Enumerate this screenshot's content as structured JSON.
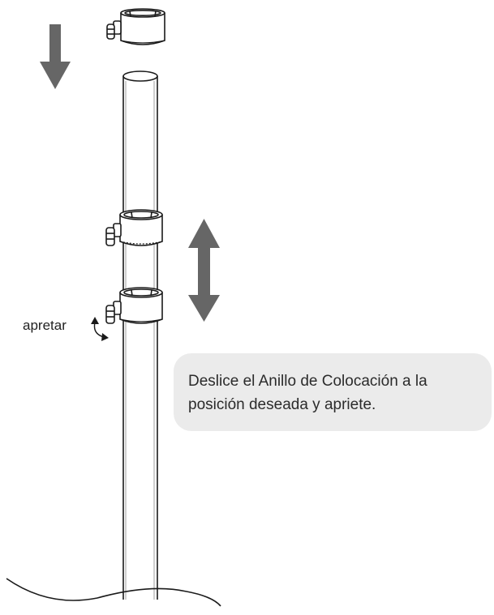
{
  "instruction": {
    "line1": "Deslice el Anillo de Colocación a la",
    "line2": "posición deseada y apriete."
  },
  "labels": {
    "tighten": "apretar"
  },
  "icons": {
    "down_arrow": "arrow-down-icon",
    "updown_arrow": "arrow-up-down-icon",
    "rotate_arrow": "rotate-arrow-icon"
  },
  "colors": {
    "arrow": "#666666",
    "callout_bg": "#ebebeb",
    "line": "#1a1a1a"
  }
}
